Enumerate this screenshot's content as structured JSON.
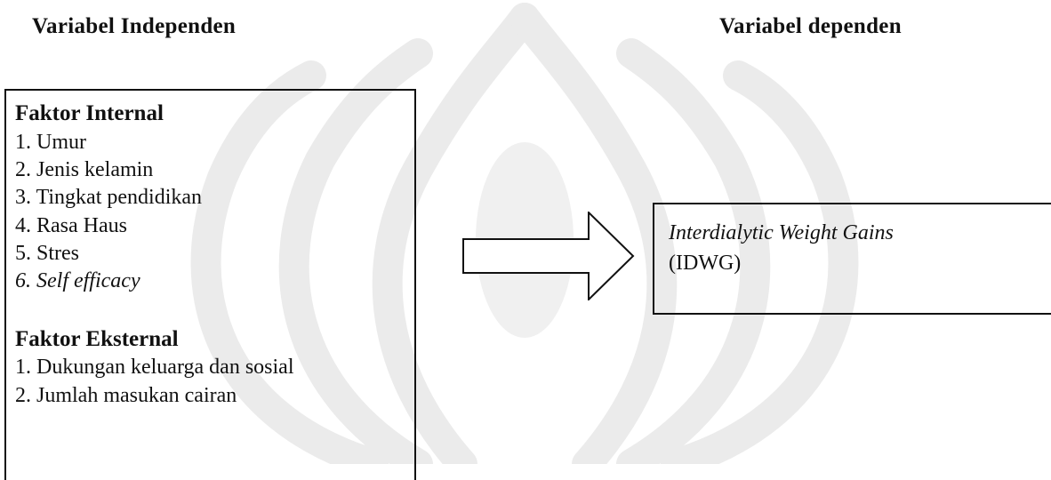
{
  "headings": {
    "independent": "Variabel Independen",
    "dependent": "Variabel dependen"
  },
  "independent_box": {
    "internal": {
      "title": "Faktor Internal",
      "items": [
        "1. Umur",
        "2. Jenis kelamin",
        "3. Tingkat pendidikan",
        "4. Rasa Haus",
        "5. Stres",
        "6. Self efficacy"
      ]
    },
    "external": {
      "title": "Faktor Eksternal",
      "items": [
        "1. Dukungan keluarga dan sosial",
        "2. Jumlah masukan cairan"
      ]
    }
  },
  "dependent_box": {
    "line1": "Interdialytic Weight Gains",
    "line2": "(IDWG)"
  },
  "colors": {
    "line": "#111111",
    "watermark": "#e6e6e6"
  }
}
